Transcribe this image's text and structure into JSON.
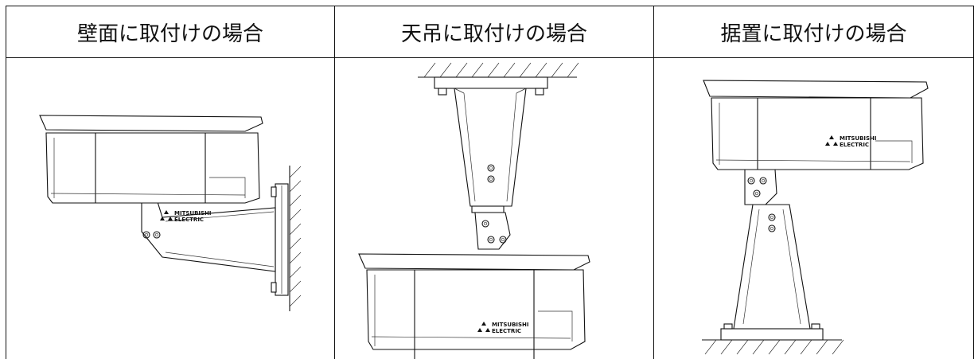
{
  "headers": {
    "wall": "壁面に取付けの場合",
    "ceiling": "天吊に取付けの場合",
    "floor": "据置に取付けの場合"
  },
  "logo": {
    "line1": "MITSUBISHI",
    "line2": "ELECTRIC"
  }
}
